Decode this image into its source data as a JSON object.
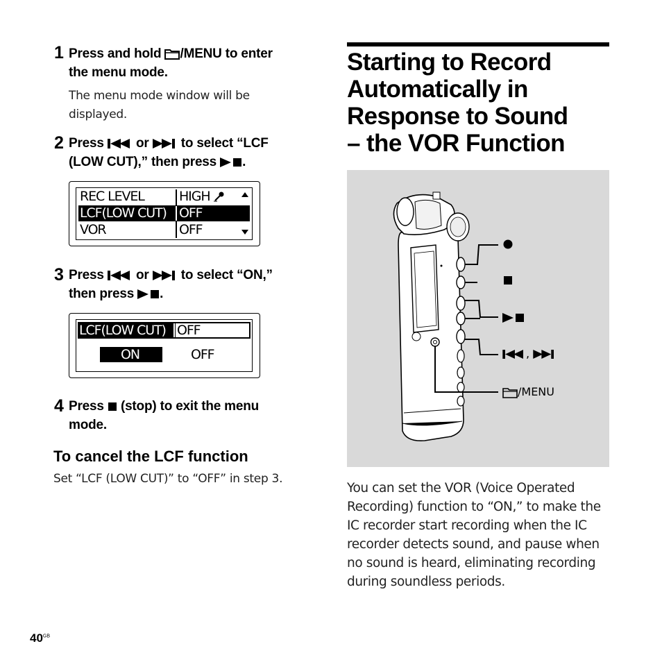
{
  "steps": [
    {
      "num": "1",
      "text_a": "Press and hold ",
      "text_b": "/MENU to enter",
      "text_c": "the menu mode.",
      "body_1": "The menu mode window will be",
      "body_2": "displayed."
    },
    {
      "num": "2",
      "text_a": "Press ",
      "text_or": " or ",
      "text_b": " to select “LCF",
      "text_c": "(LOW CUT),” then press ",
      "text_end": "."
    },
    {
      "num": "3",
      "text_a": "Press ",
      "text_or": " or ",
      "text_b": " to select “ON,”",
      "text_c": "then press ",
      "text_end": "."
    },
    {
      "num": "4",
      "text_a": "Press ",
      "text_b": " (stop) to exit the menu",
      "text_c": "mode."
    }
  ],
  "screen1": {
    "rows": [
      {
        "label": "REC LEVEL",
        "value": "HIGH"
      },
      {
        "label": "LCF(LOW CUT)",
        "value": "OFF"
      },
      {
        "label": "VOR",
        "value": "OFF"
      }
    ]
  },
  "screen2": {
    "header_label": "LCF(LOW CUT)",
    "header_value": "OFF",
    "option_on": "ON",
    "option_off": "OFF"
  },
  "cancel": {
    "heading": "To cancel the LCF function",
    "body": "Set “LCF (LOW CUT)” to “OFF” in step 3."
  },
  "section": {
    "title_lines": [
      "Starting to Record",
      "Automatically in",
      "Response to Sound",
      "– the VOR Function"
    ],
    "paragraph_lines": [
      "You can set the VOR (Voice Operated",
      "Recording) function to “ON,” to make the",
      "IC recorder start recording when the IC",
      "recorder detects sound, and pause when",
      "no sound is heard, eliminating recording",
      "during soundless periods."
    ]
  },
  "figure": {
    "callout_prev_next_sep": ", ",
    "callout_menu": "/MENU"
  },
  "page": {
    "number": "40",
    "suffix": "GB"
  }
}
